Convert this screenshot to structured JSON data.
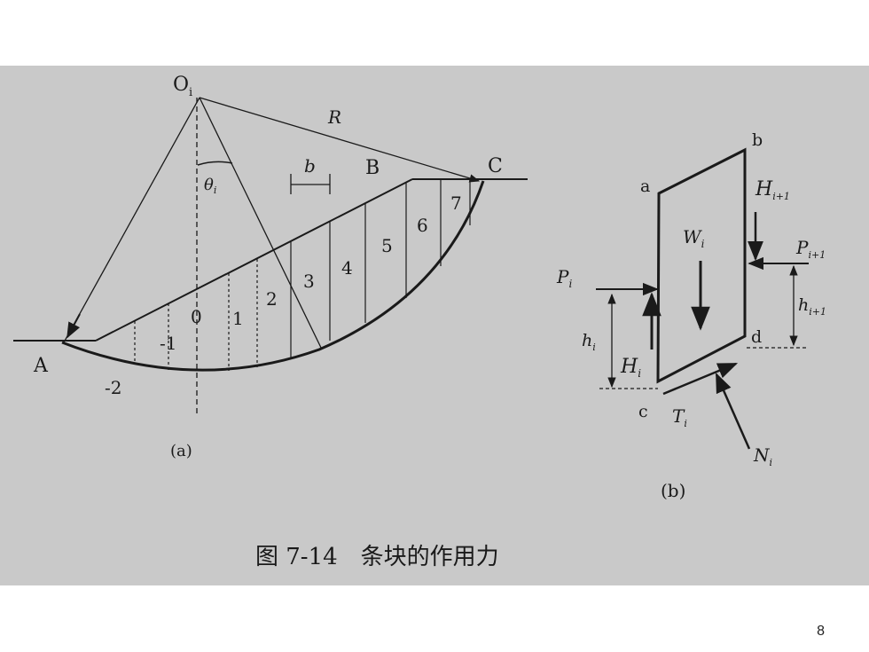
{
  "figure": {
    "caption": "图 7-14　条块的作用力",
    "part_a": {
      "label": "(a)",
      "center": "O",
      "center_sub": "i",
      "radius": "R",
      "angle": "θ",
      "angle_sub": "i",
      "width": "b",
      "points": {
        "A": "A",
        "B": "B",
        "C": "C"
      },
      "slices": [
        "-2",
        "-1",
        "0",
        "1",
        "2",
        "3",
        "4",
        "5",
        "6",
        "7"
      ]
    },
    "part_b": {
      "label": "(b)",
      "corners": {
        "a": "a",
        "b": "b",
        "c": "c",
        "d": "d"
      },
      "weight": "W",
      "weight_sub": "i",
      "left_normal": "P",
      "left_normal_sub": "i",
      "left_shear": "H",
      "left_shear_sub": "i",
      "left_height": "h",
      "left_height_sub": "i",
      "right_normal": "P",
      "right_normal_sub": "i+1",
      "right_shear": "H",
      "right_shear_sub": "i+1",
      "right_height": "h",
      "right_height_sub": "i+1",
      "base_shear": "T",
      "base_shear_sub": "i",
      "base_normal": "N",
      "base_normal_sub": "i"
    }
  },
  "page_number": "8"
}
